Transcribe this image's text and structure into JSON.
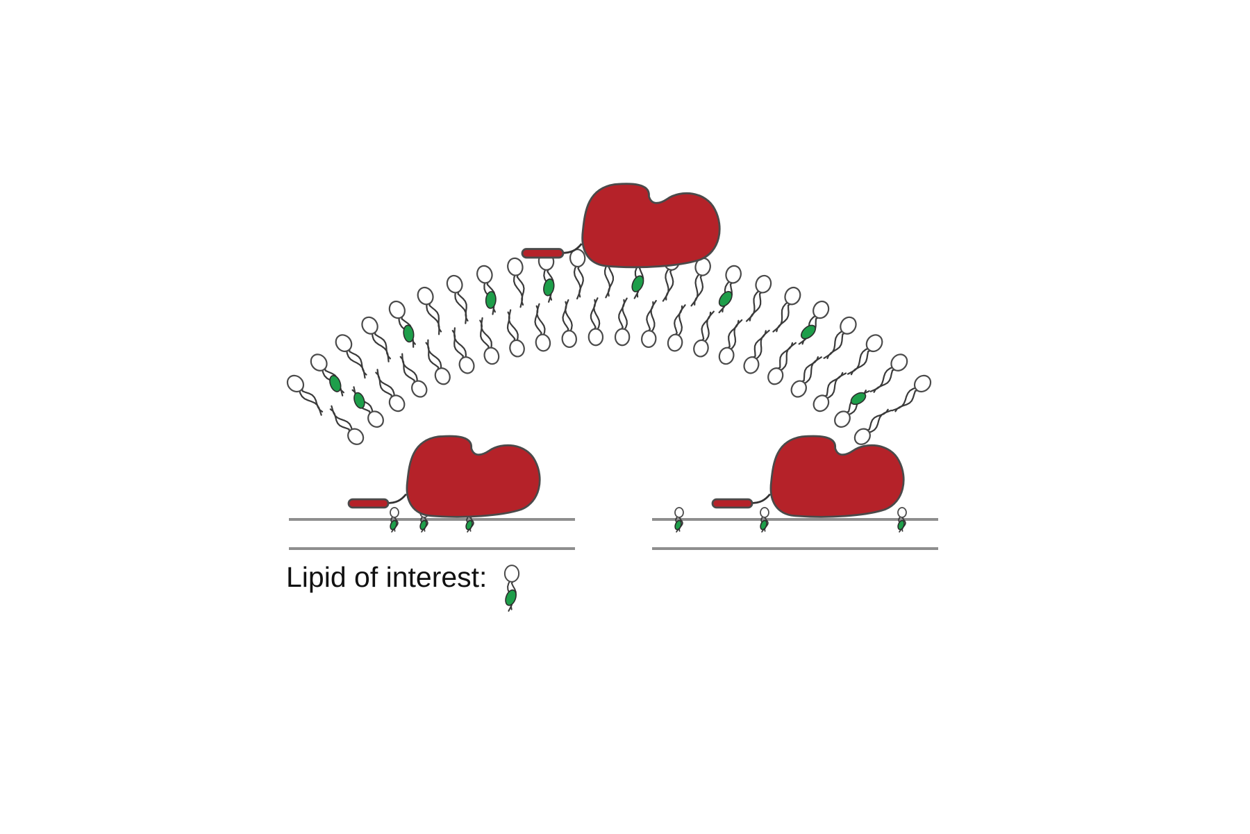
{
  "legend": {
    "label": "Lipid of interest:"
  },
  "colors": {
    "protein": "#B52229",
    "lipid_tag": "#1E9E4A",
    "outline": "#4a4a4a",
    "membrane_line": "#8e8e8e",
    "background": "#ffffff"
  },
  "panels": [
    {
      "name": "curved-vesicle-bilayer",
      "marked_lipids": 9
    },
    {
      "name": "flat-bilayer-clustered",
      "marked_lipids": 3
    },
    {
      "name": "flat-bilayer-dispersed",
      "marked_lipids": 3
    }
  ]
}
